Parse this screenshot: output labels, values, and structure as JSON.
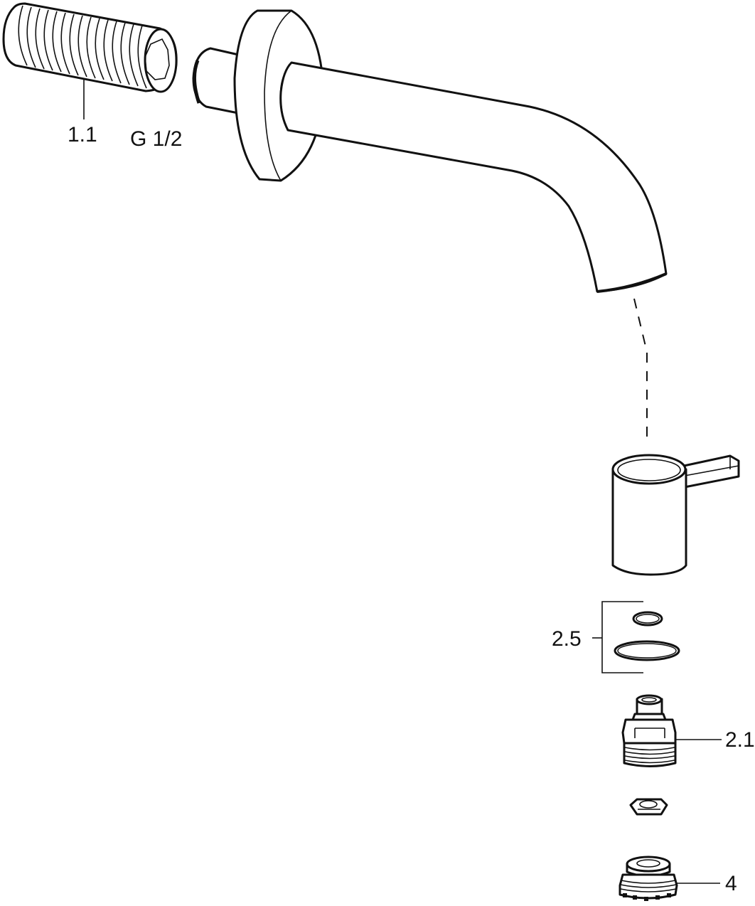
{
  "diagram": {
    "type": "exploded-view",
    "subject": "wall-mounted spout assembly",
    "colors": {
      "line": "#111111",
      "background": "#ffffff"
    }
  },
  "labels": {
    "part_1_1": "1.1",
    "thread_size": "G 1/2",
    "part_2_5": "2.5",
    "part_2_1": "2.1",
    "part_4": "4"
  },
  "parts": [
    {
      "id": "1.1",
      "name": "threaded extension nipple"
    },
    {
      "id": "",
      "name": "spout with escutcheon rosette"
    },
    {
      "id": "",
      "name": "lever handle"
    },
    {
      "id": "2.5",
      "name": "o-ring set (2 rings)"
    },
    {
      "id": "2.1",
      "name": "valve headpart"
    },
    {
      "id": "",
      "name": "hex nut"
    },
    {
      "id": "4",
      "name": "aerator"
    }
  ]
}
